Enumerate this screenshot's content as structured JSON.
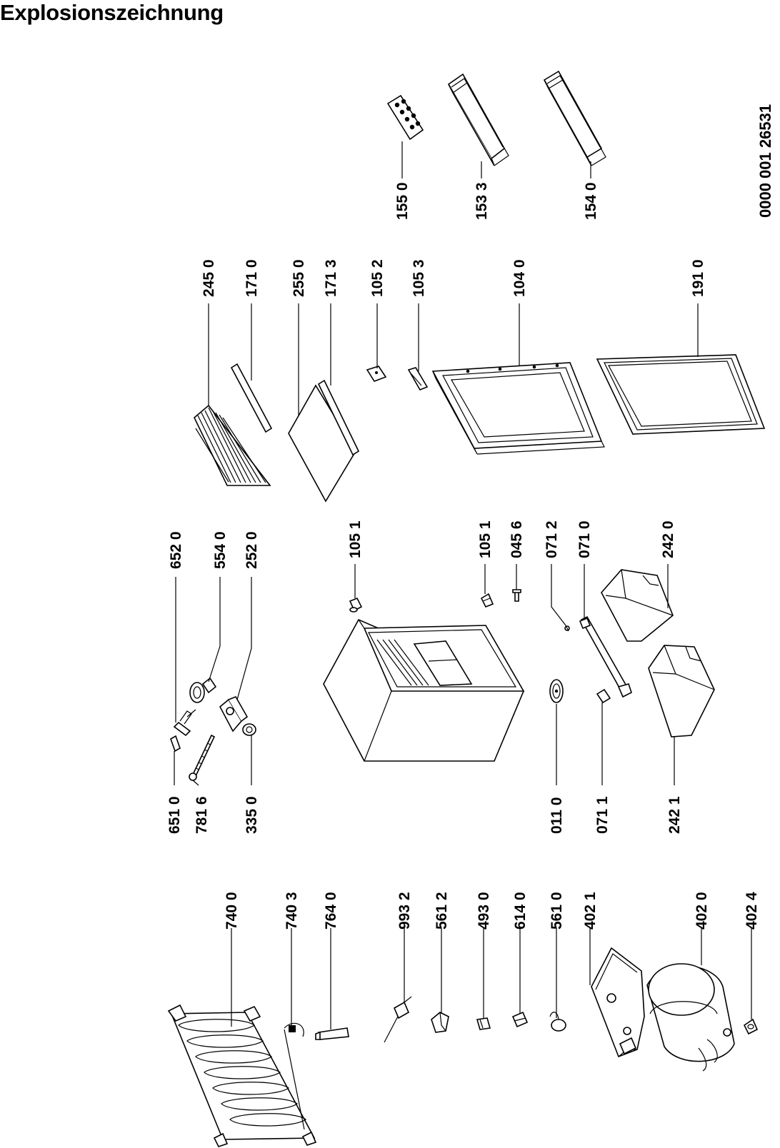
{
  "page": {
    "title": "Explosionszeichnung",
    "document_number": "0000 001 26531"
  },
  "part_labels": {
    "p7400": "740 0",
    "p7403": "740 3",
    "p7640": "764 0",
    "p9932": "993 2",
    "p5612": "561 2",
    "p4930": "493 0",
    "p6140": "614 0",
    "p5610": "561 0",
    "p4021": "402 1",
    "p4020": "402 0",
    "p4024": "402 4",
    "p6510": "651 0",
    "p7816": "781 6",
    "p3350": "335 0",
    "p6520": "652 0",
    "p5540": "554 0",
    "p2520": "252 0",
    "p1051a": "105 1",
    "p1051b": "105 1",
    "p0456": "045 6",
    "p0712": "071 2",
    "p0710": "071 0",
    "p2420": "242 0",
    "p0110": "011 0",
    "p0711": "071 1",
    "p2421": "242 1",
    "p2450": "245 0",
    "p1710": "171 0",
    "p2550": "255 0",
    "p1713": "171 3",
    "p1052": "105 2",
    "p1053": "105 3",
    "p1040": "104 0",
    "p1910": "191 0",
    "p1550": "155 0",
    "p1533": "153 3",
    "p1540": "154 0"
  }
}
